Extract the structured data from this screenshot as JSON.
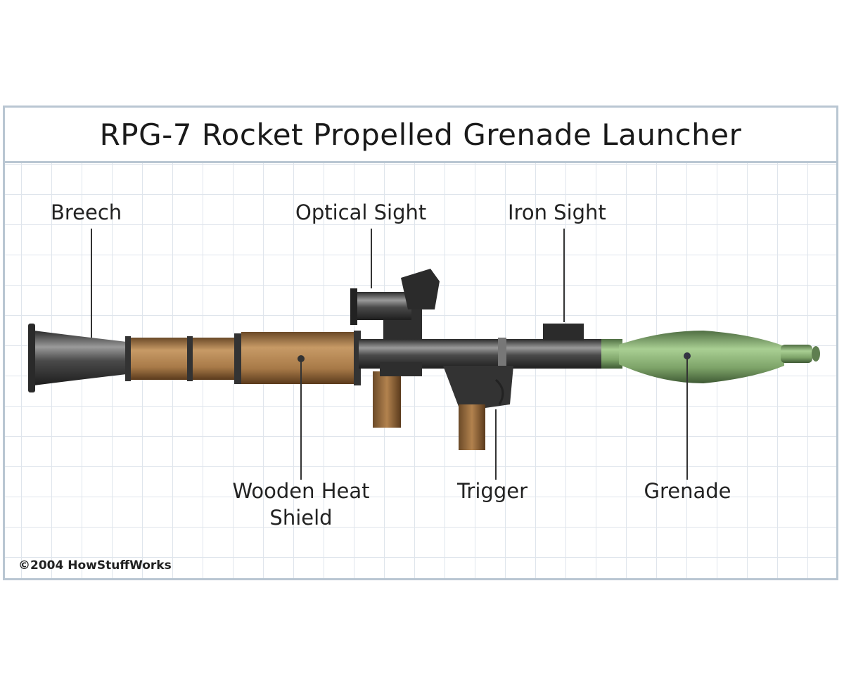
{
  "title": "RPG-7 Rocket Propelled Grenade Launcher",
  "labels": {
    "breech": "Breech",
    "optical_sight": "Optical Sight",
    "iron_sight": "Iron Sight",
    "wooden_heat_shield_line1": "Wooden Heat",
    "wooden_heat_shield_line2": "Shield",
    "trigger": "Trigger",
    "grenade": "Grenade"
  },
  "credit": "©2004 HowStuffWorks",
  "colors": {
    "wood": "#a87a48",
    "metal": "#3a3a3a",
    "grenade": "#8fb57a",
    "grid": "#dfe5ec",
    "frame": "#b9c6d2"
  }
}
